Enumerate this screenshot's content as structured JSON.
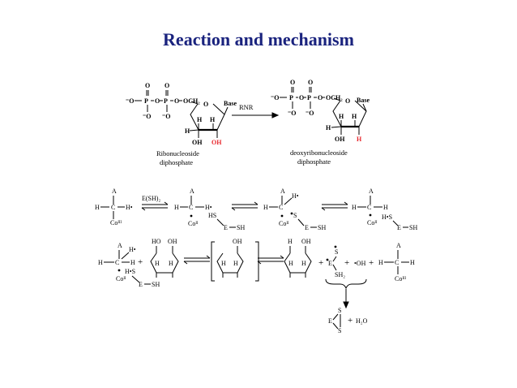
{
  "title": "Reaction and mechanism",
  "colors": {
    "title": "#1a237e",
    "highlight": "#e8262c",
    "ink": "#000000"
  },
  "top_reaction": {
    "enzyme": "RNR",
    "substrate_label_1": "Ribonucleoside",
    "substrate_label_2": "diphosphate",
    "product_label_1": "deoxyribonucleoside",
    "product_label_2": "diphosphate",
    "base": "Base",
    "och2": "OCH₂",
    "o": "O",
    "p": "P",
    "minus_o": "⁻O",
    "neg_o": "⁻O",
    "h": "H",
    "oh": "OH",
    "oh_red": "OH",
    "h_red": "H"
  },
  "mechanism": {
    "reagent": "E(SH)₂",
    "a": "A",
    "c": "C",
    "h": "H",
    "h_rad": "H•",
    "co2": "Coᴵᴵ",
    "co3": "Coᴵᴵᴵ",
    "hs": "HS",
    "e": "E",
    "sh": "SH",
    "h_s": "H•S",
    "s": "S",
    "ho": "HO",
    "oh": "OH",
    "plus": "+",
    "dot_oh": "•OH",
    "sh2": "SH₂",
    "h2o": "H₂O"
  }
}
